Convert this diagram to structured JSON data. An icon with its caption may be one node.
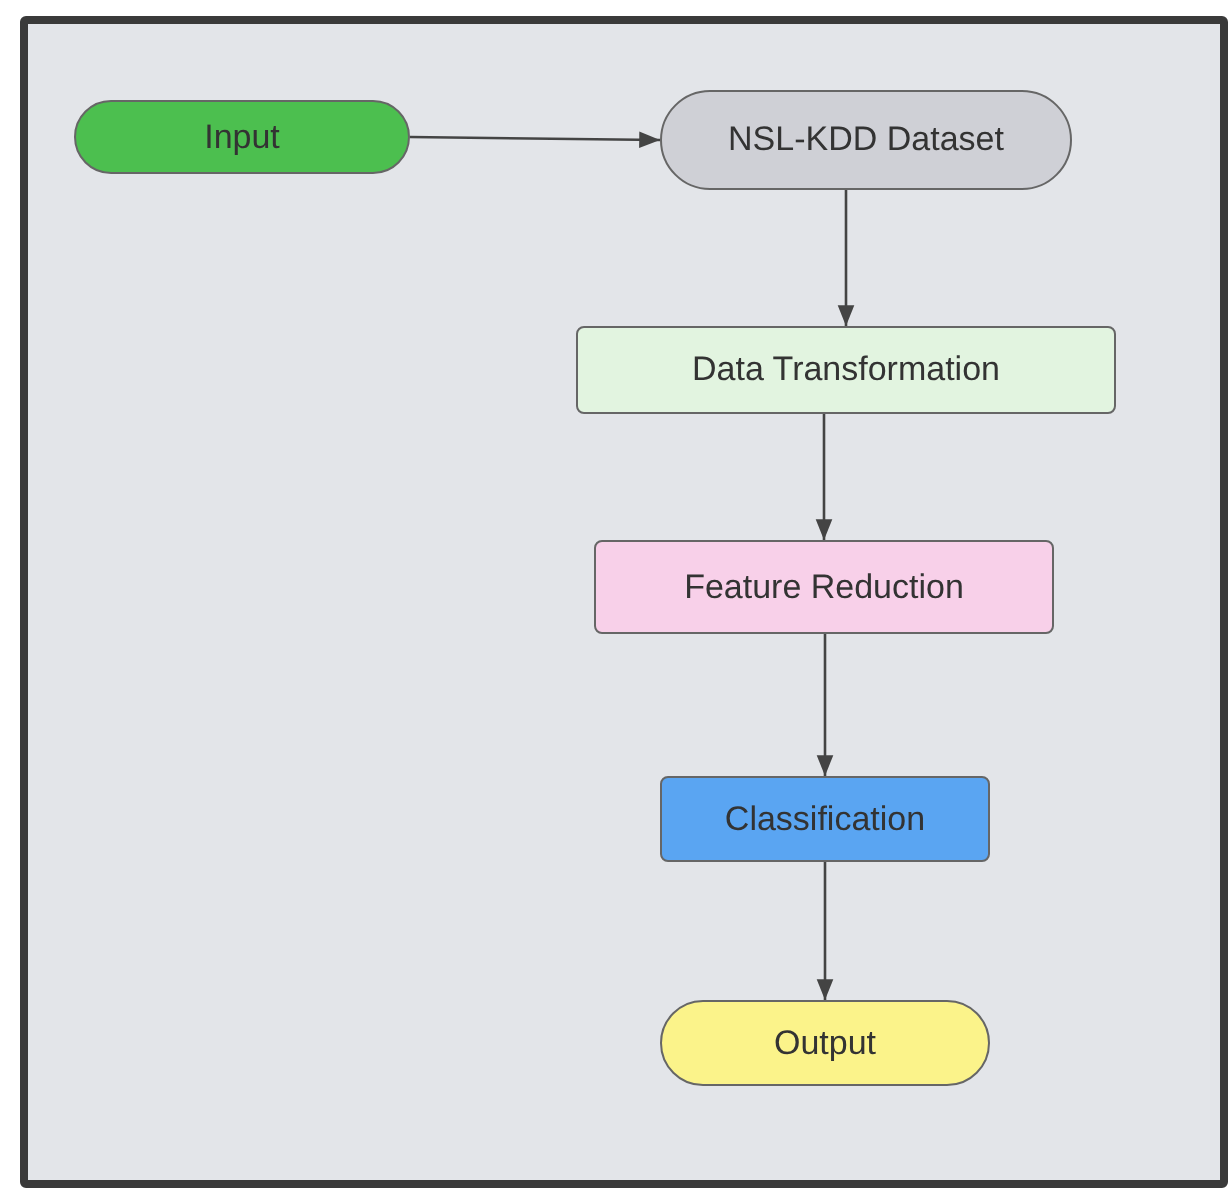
{
  "diagram": {
    "nodes": [
      {
        "text": [
          "Input"
        ]
      },
      {
        "text": [
          "NSL-KDD Dataset"
        ]
      },
      {
        "text": [
          "Data Transformation"
        ]
      },
      {
        "text": [
          "Feature Reduction"
        ]
      },
      {
        "text": [
          "Classification"
        ]
      },
      {
        "text": [
          "Output"
        ]
      }
    ],
    "edges": [
      {
        "from": 0,
        "to": 1,
        "arrow": "to"
      },
      {
        "from": 1,
        "to": 2,
        "arrow": "to"
      },
      {
        "from": 2,
        "to": 3,
        "arrow": "to"
      },
      {
        "from": 3,
        "to": 4,
        "arrow": "to"
      },
      {
        "from": 4,
        "to": 5,
        "arrow": "to"
      }
    ]
  }
}
